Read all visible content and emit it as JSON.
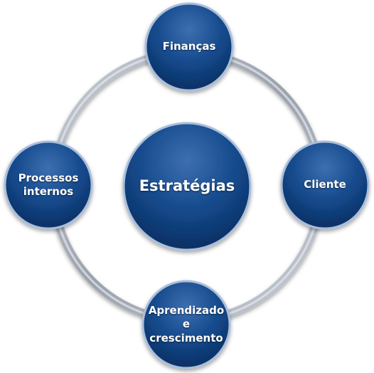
{
  "diagram": {
    "center": {
      "label": "Estratégias"
    },
    "nodes": [
      {
        "id": "top",
        "label": "Finanças"
      },
      {
        "id": "right",
        "label": "Cliente"
      },
      {
        "id": "bottom",
        "label": "Aprendizado\ne\ncrescimento"
      },
      {
        "id": "left",
        "label": "Processos\ninternos"
      }
    ],
    "colors": {
      "node_fill": "#0e3d7a",
      "node_highlight": "#3d6fb0",
      "node_border": "#a9bedb",
      "ring": "#b3b9c4"
    }
  }
}
